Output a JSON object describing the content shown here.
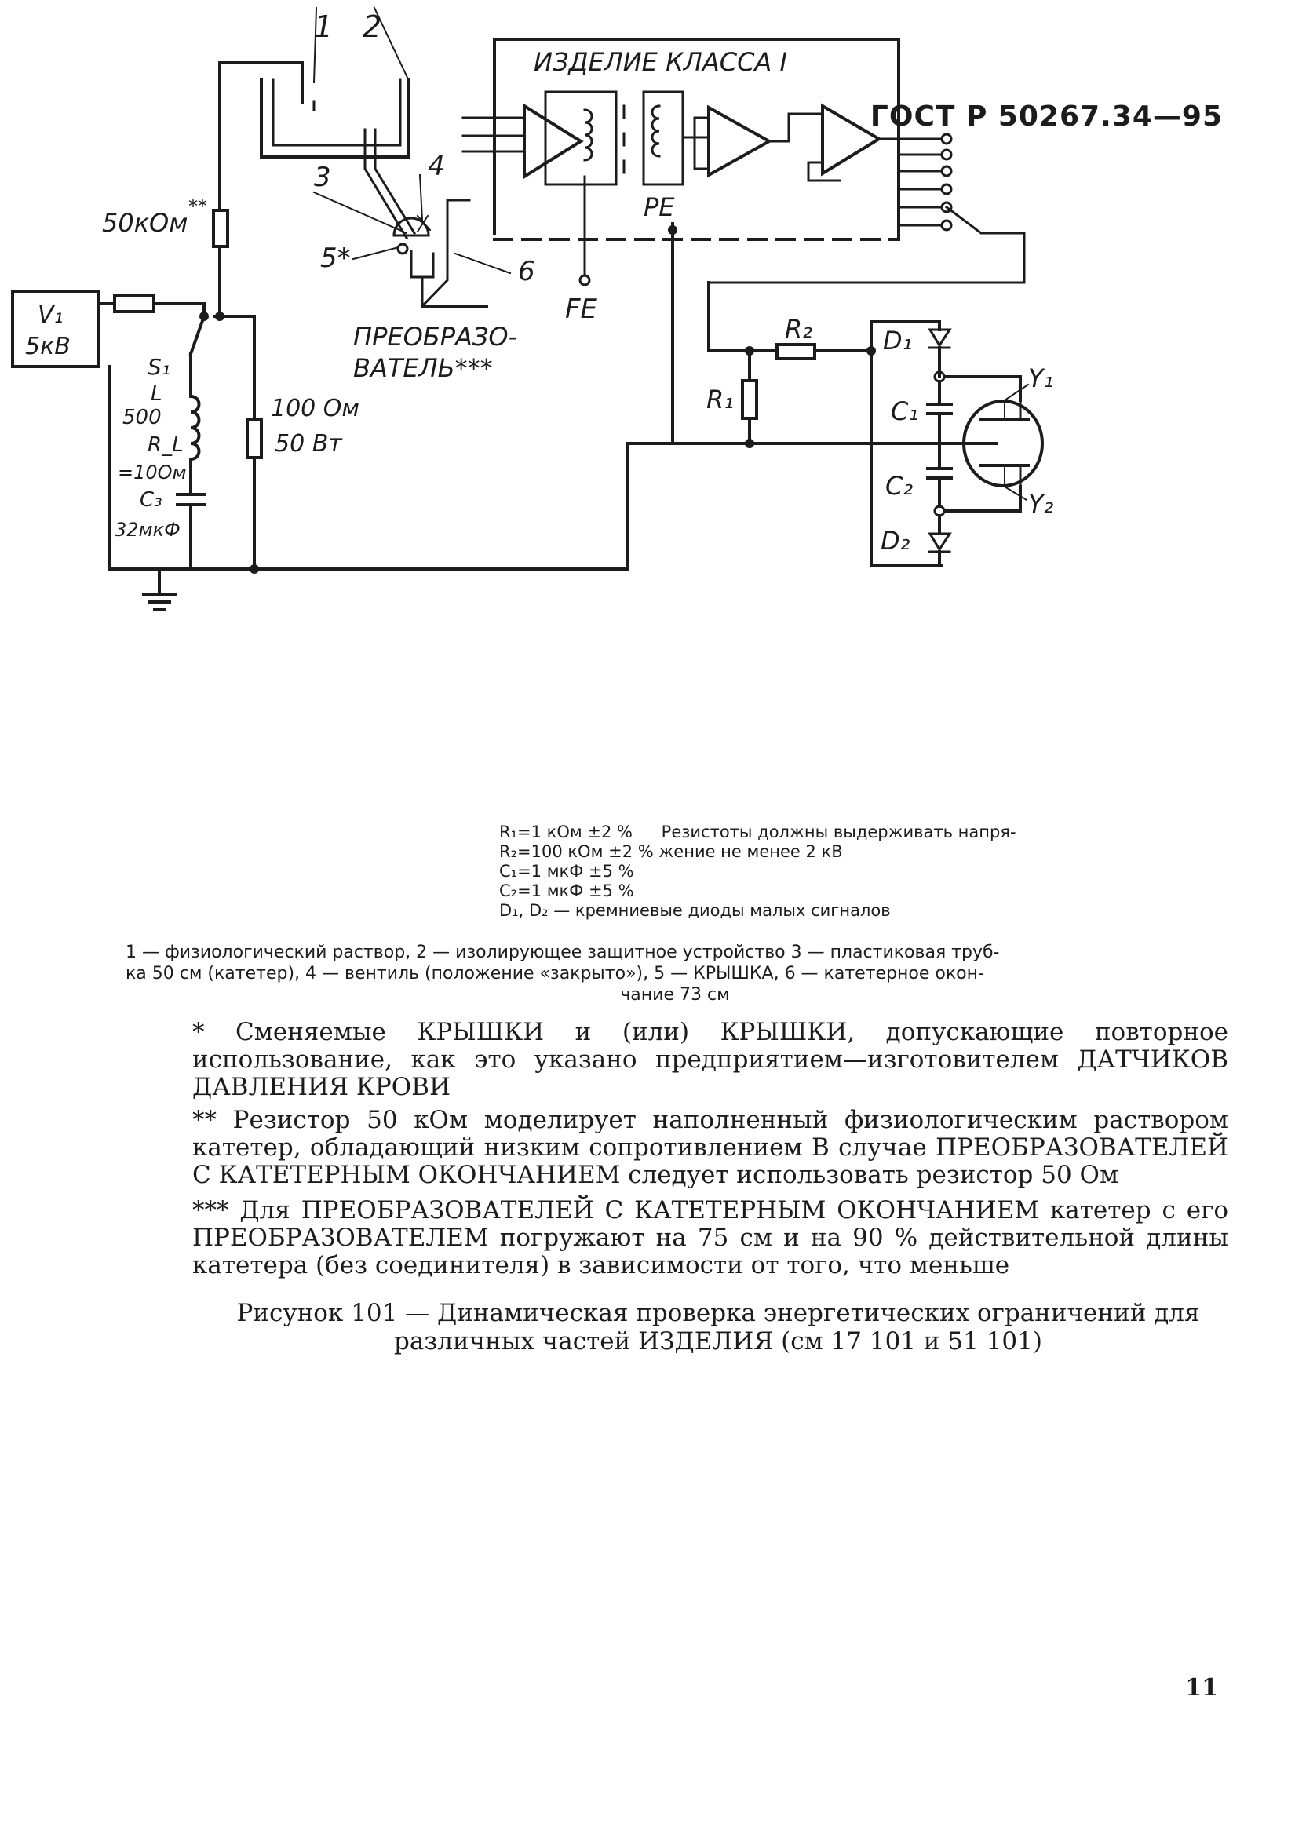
{
  "header": {
    "standard": "ГОСТ Р 50267.34—95"
  },
  "diagram": {
    "ref_1": "1",
    "ref_2": "2",
    "ref_3": "3",
    "ref_4": "4",
    "ref_5": "5*",
    "ref_6": "6",
    "product_label": "ИЗДЕЛИЕ КЛАССА I",
    "resistor_50k": "50кОм",
    "resistor_50k_mark": "**",
    "transducer_line1": "ПРЕОБРАЗО-",
    "transducer_line2": "ВАТЕЛЬ***",
    "pe": "PE",
    "fe": "FE",
    "v1": "V₁",
    "v1_value": "5кВ",
    "s1": "S₁",
    "l": "L",
    "l_value": "500",
    "rl": "R_L",
    "rl_value": "=10Ом",
    "c3": "C₃",
    "c3_value": "32мкФ",
    "r100_line1": "100 Ом",
    "r100_line2": "50 Вт",
    "r1": "R₁",
    "r2": "R₂",
    "d1": "D₁",
    "d2": "D₂",
    "c1": "C₁",
    "c2": "C₂",
    "y1": "Y₁",
    "y2": "Y₂"
  },
  "legend": {
    "r1": "R₁=1 кОм ±2 %",
    "r2": "R₂=100 кОм ±2 %",
    "c1": "C₁=1 мкФ ±5 %",
    "c2": "C₂=1 мкФ ±5 %",
    "d": "D₁, D₂ — кремниевые диоды малых сигналов",
    "resistor_note_1": "Резистоты должны  выдерживать напря-",
    "resistor_note_2": "жение не менее 2 кВ"
  },
  "key": {
    "line1": "1 — физиологический раствор, 2 — изолирующее защитное устройство 3 — пластиковая труб-",
    "line2": "ка 50 см (катетер), 4 — вентиль (положение «закрыто»), 5 — КРЫШКА, 6 — катетерное окон-",
    "line3": "чание 73 см"
  },
  "notes": {
    "note1": "* Сменяемые КРЫШКИ и (или) КРЫШКИ, допускающие повторное использование, как это указано предприятием—изготовителем ДАТЧИКОВ ДАВЛЕНИЯ КРОВИ",
    "note2": "** Резистор 50 кОм моделирует наполненный физиологическим раствором катетер, обладающий низким сопротивлением В случае ПРЕОБРАЗОВАТЕЛЕЙ С КАТЕТЕРНЫМ ОКОНЧАНИЕМ следует использовать резистор 50 Ом",
    "note3": "*** Для ПРЕОБРАЗОВАТЕЛЕЙ С КАТЕТЕРНЫМ ОКОНЧАНИЕМ катетер с его ПРЕОБРАЗОВАТЕЛЕМ погружают на 75 см и на 90 % действительной длины катетера (без соединителя) в зависимости от того, что меньше"
  },
  "caption": {
    "line1": "Рисунок 101 — Динамическая проверка энергетических ограничений для",
    "line2": "различных частей ИЗДЕЛИЯ (см 17 101 и 51 101)"
  },
  "page_number": "11"
}
